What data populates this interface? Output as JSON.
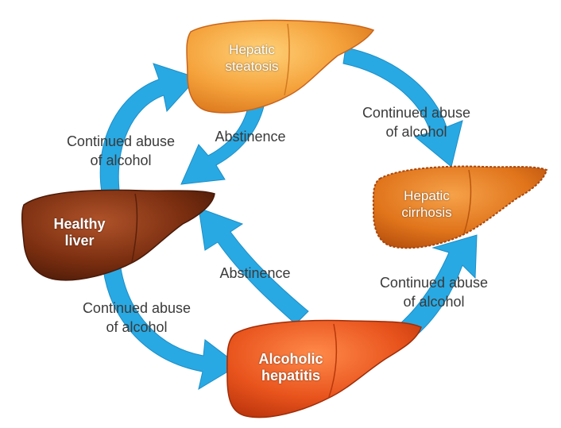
{
  "colors": {
    "arrow": "#29a9e3",
    "arrow_dark": "#1b8fc9",
    "healthy": "#7a2e10",
    "steatosis": "#f29a2e",
    "cirrhosis": "#e0741b",
    "hepatitis": "#e8531c"
  },
  "stages": {
    "steatosis": {
      "line1": "Hepatic",
      "line2": "steatosis"
    },
    "cirrhosis": {
      "line1": "Hepatic",
      "line2": "cirrhosis"
    },
    "healthy": {
      "line1": "Healthy",
      "line2": "liver"
    },
    "hepatitis": {
      "line1": "Alcoholic",
      "line2": "hepatitis"
    }
  },
  "transitions": {
    "healthy_to_steatosis": {
      "line1": "Continued abuse",
      "line2": "of alcohol"
    },
    "steatosis_to_cirrhosis": {
      "line1": "Continued abuse",
      "line2": "of alcohol"
    },
    "healthy_to_hepatitis": {
      "line1": "Continued abuse",
      "line2": "of alcohol"
    },
    "hepatitis_to_cirrhosis": {
      "line1": "Continued abuse",
      "line2": "of alcohol"
    },
    "steatosis_to_healthy": {
      "label": "Abstinence"
    },
    "hepatitis_to_healthy": {
      "label": "Abstinence"
    }
  }
}
